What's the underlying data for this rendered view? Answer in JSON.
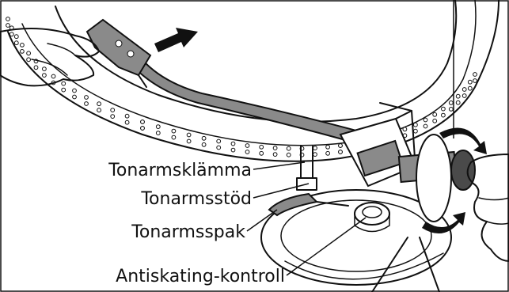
{
  "labels": {
    "arm_clamp": "Tonarmsklämma",
    "arm_rest": "Tonarmsstöd",
    "arm_lever": "Tonarmsspak",
    "antiskating": "Antiskating-kontroll"
  },
  "colors": {
    "ink": "#111111",
    "tonearm_fill": "#8a8a8a",
    "dark_fill": "#4a4a4a",
    "paper": "#ffffff"
  }
}
